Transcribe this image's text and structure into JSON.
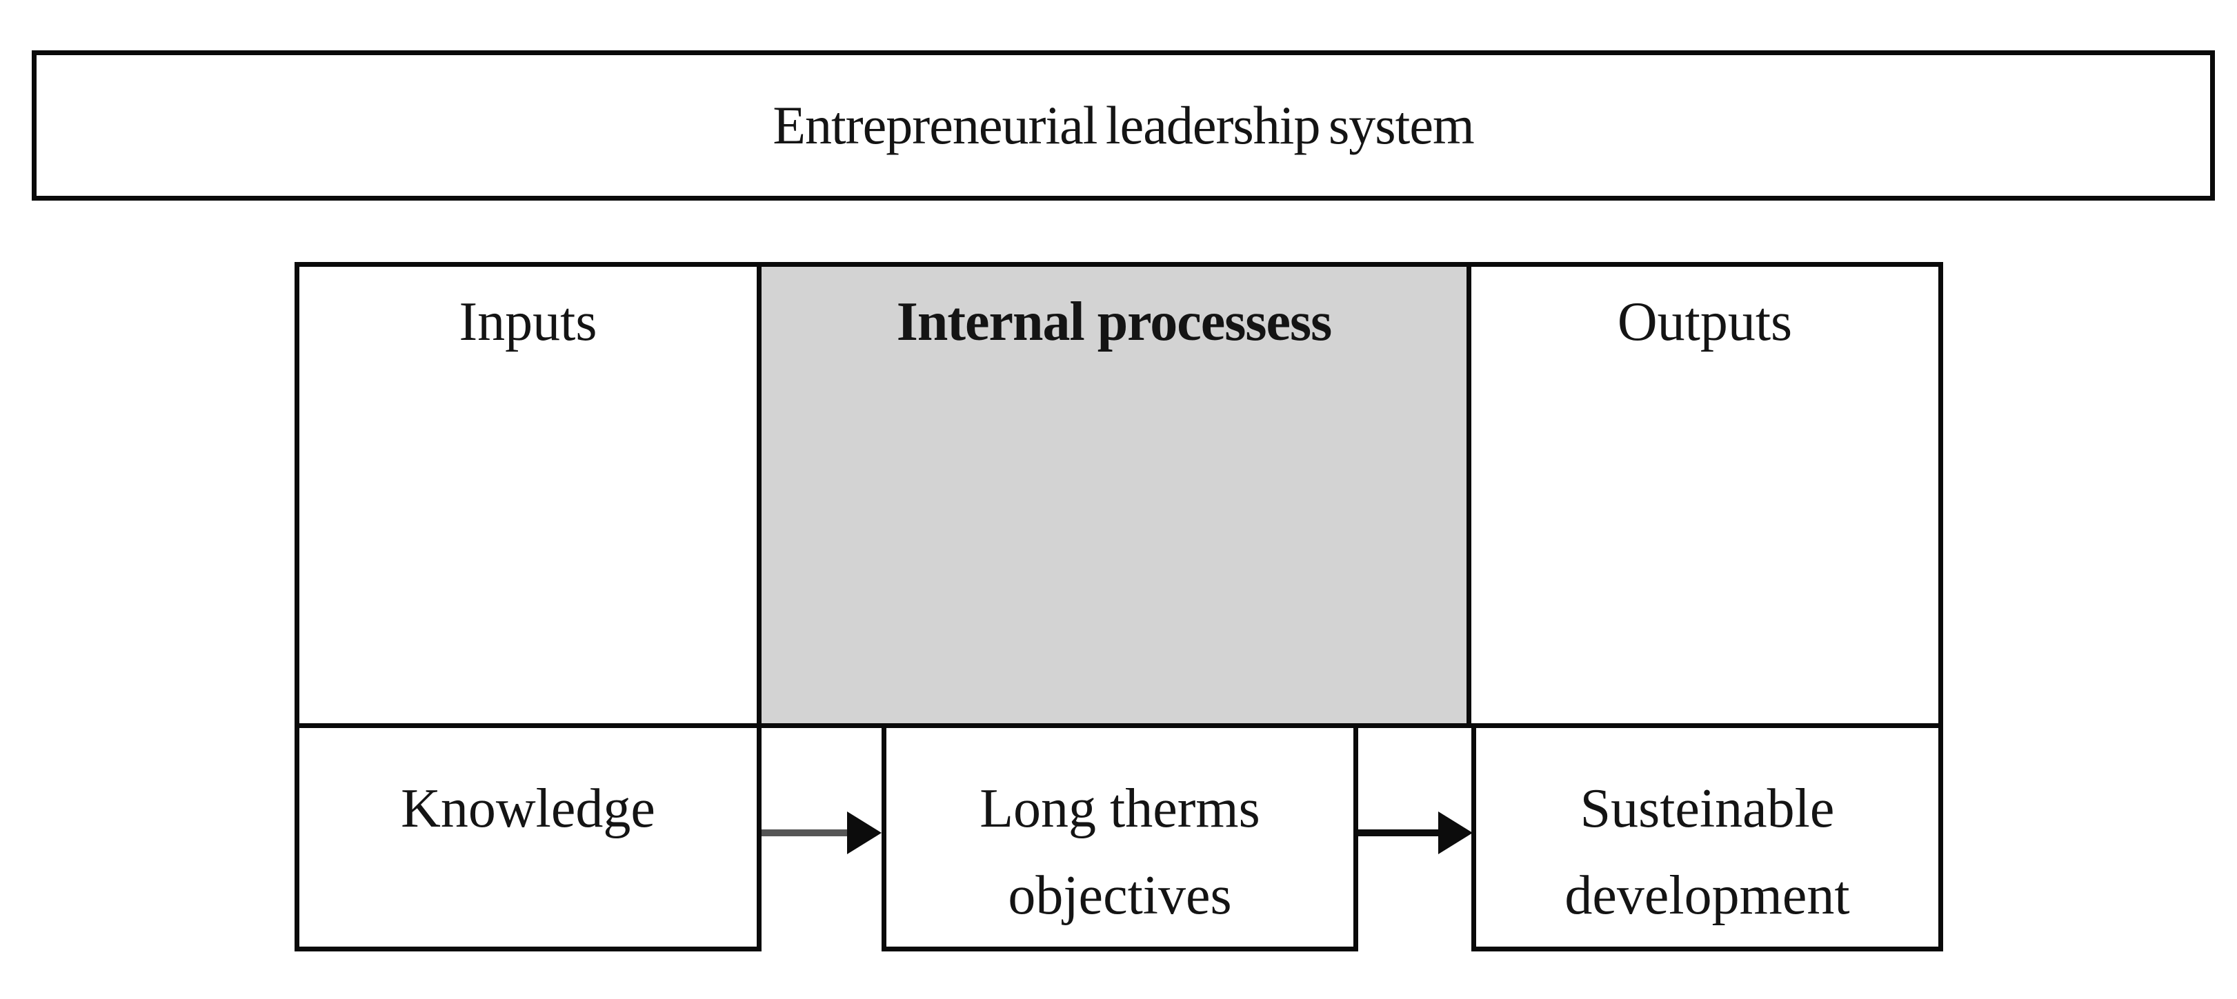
{
  "figure": {
    "title": "Entrepreneurial leadership system"
  },
  "columns": [
    {
      "label": "Inputs",
      "emphasis": "normal",
      "fill": "#ffffff"
    },
    {
      "label": "Internal processess",
      "emphasis": "bold",
      "fill": "#d3d3d3"
    },
    {
      "label": "Outputs",
      "emphasis": "normal",
      "fill": "#ffffff"
    }
  ],
  "flow_boxes": [
    {
      "lines": [
        "Knowledge"
      ]
    },
    {
      "lines": [
        "Long therms",
        "objectives"
      ]
    },
    {
      "lines": [
        "Susteinable",
        "development"
      ]
    }
  ],
  "arrows": [
    {
      "name": "knowledge-to-objectives",
      "shaft_color": "#565656",
      "head_color": "#0c0c0c"
    },
    {
      "name": "objectives-to-development",
      "shaft_color": "#0d0d0d",
      "head_color": "#0c0c0c"
    }
  ],
  "colors": {
    "background": "#ffffff",
    "border": "#0a0a0a",
    "process_fill": "#d3d3d3",
    "text": "#141414"
  }
}
